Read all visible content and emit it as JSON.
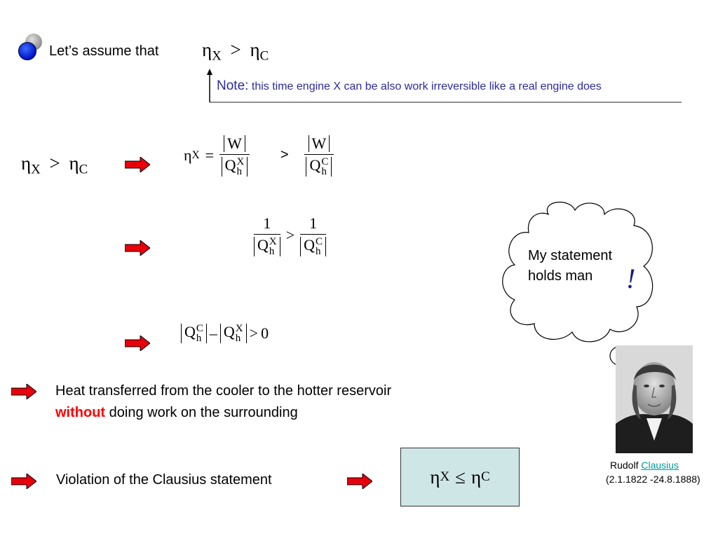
{
  "top": {
    "intro_text": "Let’s assume that",
    "eta": "η",
    "sub_x": "X",
    "sub_c": "C",
    "gt": ">"
  },
  "note": {
    "label": "Note:",
    "text": "this time engine X can be also work irreversible like a real engine does",
    "color": "#2b2b9e"
  },
  "eq1": {
    "W": "W",
    "Q": "Q",
    "h": "h",
    "X": "X",
    "C": "C",
    "eq": "=",
    "gt": ">"
  },
  "eq2": {
    "one": "1",
    "gt": ">"
  },
  "eq3": {
    "minus": "–",
    "gt": ">",
    "zero": "0"
  },
  "bubble": {
    "line1": "My statement",
    "line2": "holds man",
    "exclaim": "!"
  },
  "heat": {
    "line1": "Heat transferred from the cooler to the hotter reservoir",
    "without": "without",
    "rest": "doing work on the surrounding",
    "emphasis_color": "#ff0000"
  },
  "violation": {
    "text": "Violation of the Clausius statement"
  },
  "result": {
    "leq": "≤",
    "box_color": "#cfe6e6"
  },
  "portrait": {
    "caption_first": "Rudolf",
    "caption_link": "Clausius",
    "dates": "(2.1.1822 -24.8.1888)"
  },
  "colors": {
    "arrow_red": "#e8000b",
    "link": "#009999"
  }
}
